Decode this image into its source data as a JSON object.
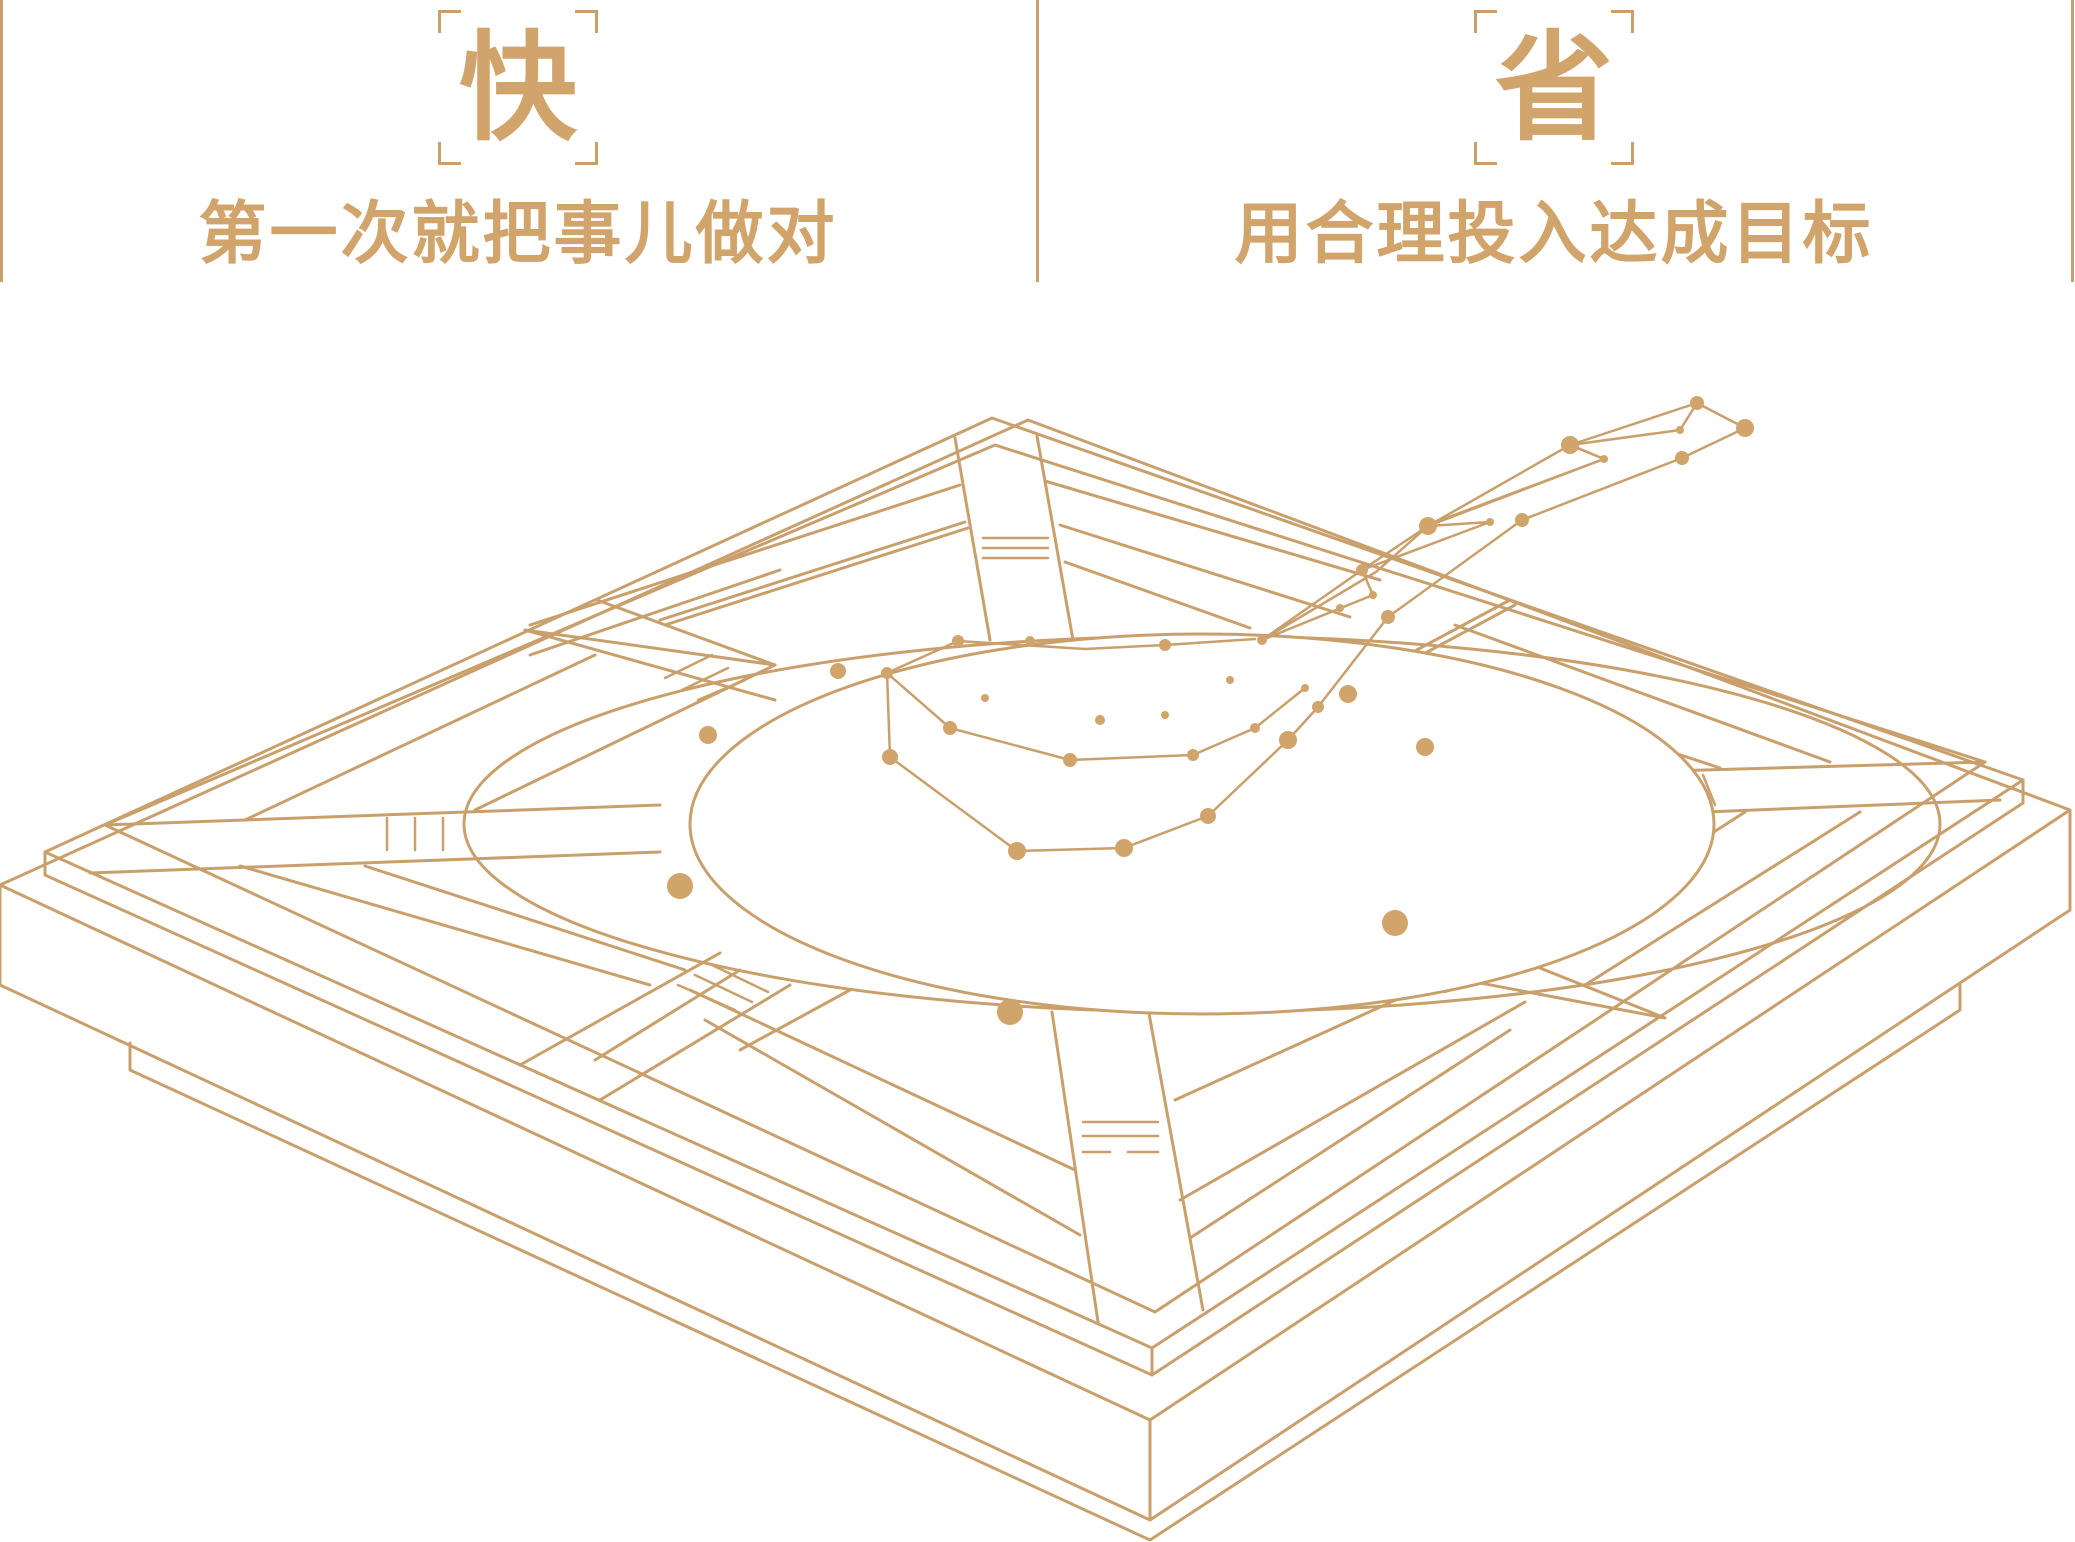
{
  "panels": [
    {
      "char": "快",
      "subtitle": "第一次就把事儿做对"
    },
    {
      "char": "省",
      "subtitle": "用合理投入达成目标"
    }
  ],
  "colors": {
    "accent": "#d1a46b",
    "line": "#c9a06c"
  },
  "icons": [
    "corner-bracket-icon",
    "platform-illustration"
  ]
}
